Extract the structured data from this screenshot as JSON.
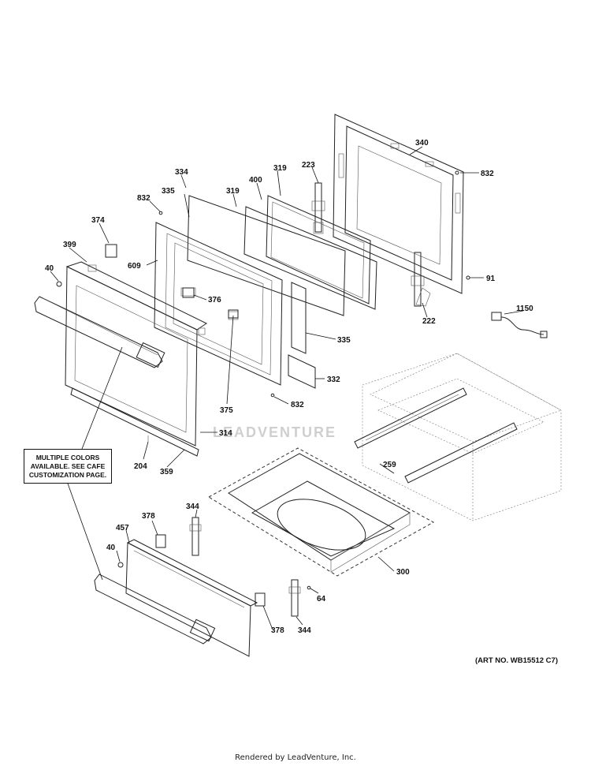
{
  "diagram": {
    "part_labels": [
      "340",
      "832",
      "223",
      "319",
      "400",
      "319",
      "334",
      "335",
      "832",
      "374",
      "399",
      "609",
      "40",
      "376",
      "375",
      "314",
      "204",
      "359",
      "91",
      "222",
      "1150",
      "335",
      "332",
      "832",
      "259",
      "300",
      "344",
      "378",
      "457",
      "40",
      "64",
      "344",
      "378"
    ],
    "callout": "MULTIPLE COLORS\nAVAILABLE. SEE CAFE\nCUSTOMIZATION PAGE.",
    "art_number": "(ART NO. WB15512 C7)",
    "watermark": "LEADVENTURE"
  },
  "footer": {
    "rendered_by": "Rendered by LeadVenture, Inc."
  }
}
